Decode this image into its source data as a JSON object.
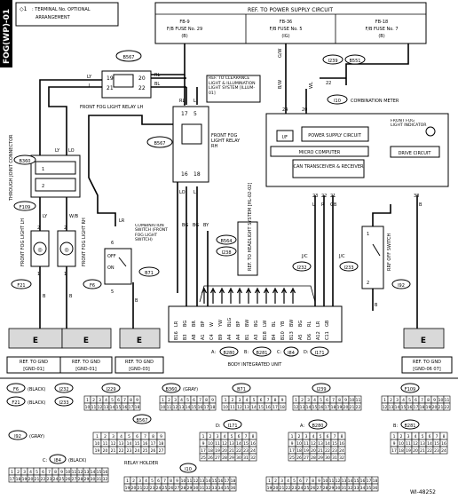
{
  "diagram_id": "FOG(WP)-01",
  "figure_code": "WI-48252",
  "legend": {
    "marker": "◇1",
    "text_line1": ": TERMINAL No. OPTIONAL",
    "text_line2": "ARRANGEMENT"
  },
  "power_supply": {
    "title": "REF. TO POWER SUPPLY CIRCUIT",
    "fuses": [
      {
        "line1": "FB-9",
        "line2": "F/B FUSE No. 29",
        "line3": "(B)"
      },
      {
        "line1": "FB-36",
        "line2": "F/B FUSE No. 5",
        "line3": "(IG)"
      },
      {
        "line1": "FB-18",
        "line2": "F/B FUSE No. 7",
        "line3": "(B)"
      }
    ]
  },
  "relay_lh": {
    "connector": "B567",
    "label": "FRONT FOG LIGHT RELAY LH",
    "pins_left": [
      "19",
      "21"
    ],
    "pins_right": [
      "20",
      "22"
    ],
    "wire_left": [
      "LY",
      "L"
    ],
    "wire_right": [
      "RL",
      "BL"
    ]
  },
  "relay_rh": {
    "connector": "B567",
    "label": "FRONT FOG LIGHT RELAY RH",
    "pins_top": [
      "17",
      "5"
    ],
    "pins_bottom": [
      "16",
      "18"
    ],
    "wire_top": [
      "RL",
      "L"
    ],
    "wire_bottom": [
      "LO",
      "L"
    ]
  },
  "clearance_ref": "REF. TO CLEARANCE LIGHT & ILLUMINATION LIGHT SYSTEM [ILLUM-01]",
  "through_joint": {
    "connectors": [
      "B360",
      "F109"
    ],
    "label": "THROUGH JOINT CONNECTOR",
    "wires": [
      "LY",
      "LO"
    ],
    "pins": [
      "1",
      "2"
    ]
  },
  "fog_lh": {
    "connector": "F21",
    "label": "FRONT FOG LIGHT LH",
    "wires": [
      "LY",
      "B"
    ],
    "pins": [
      "2",
      "1"
    ]
  },
  "fog_rh": {
    "connector": "F6",
    "label": "FRONT FOG LIGHT RH",
    "wires": [
      "W/B",
      "B"
    ],
    "pins": [
      "2",
      "1"
    ]
  },
  "combination_switch": {
    "connector": "B71",
    "label": "COMBINATION SWITCH (FRONT FOG LIGHT SWITCH)",
    "positions": [
      "OFF",
      "ON"
    ],
    "wires": [
      "LR",
      "B"
    ],
    "pins": [
      "6",
      "5"
    ]
  },
  "meter": {
    "connector": "I10",
    "label": "COMBINATION METER",
    "connectors_top": [
      "I239",
      "B551"
    ],
    "wires_top": [
      "G/W",
      "B/W",
      "WL"
    ],
    "pins_top": [
      "24",
      "20",
      "22"
    ],
    "psc": "POWER SUPPLY CIRCUIT",
    "if": "I/F",
    "micro": "MICRO COMPUTER",
    "can": "CAN TRANSCEIVER & RECEIVER",
    "indicator": "FRONT FOG LIGHT INDICATOR",
    "drive": "DRIVE CIRCUIT",
    "pins_bottom": [
      "23",
      "22",
      "21",
      "38"
    ],
    "wires_bottom": [
      "L",
      "R",
      "GB",
      "B"
    ]
  },
  "headlight_ref": "REF. TO HEADLIGHT SYSTEM [HL-02-02]",
  "wire_labels_mid": [
    "BG",
    "BG",
    "BY"
  ],
  "mid_connectors": [
    "B564",
    "I238"
  ],
  "jc": {
    "labels": [
      "J/C",
      "J/C"
    ],
    "connectors": [
      "I232",
      "I233"
    ]
  },
  "rrf_switch": {
    "connector": "I92",
    "label": "RRF OFF SWITCH",
    "wire": "B",
    "pins": [
      "1",
      "2"
    ]
  },
  "bcm": {
    "label": "BODY INTEGRATED UNIT",
    "groups": [
      {
        "key": "A:",
        "id": "B280"
      },
      {
        "key": "B:",
        "id": "B281"
      },
      {
        "key": "C:",
        "id": "I84"
      },
      {
        "key": "D:",
        "id": "I171"
      }
    ],
    "pin_wires": [
      "LR",
      "BG",
      "BR",
      "BP",
      "W",
      "YW",
      "BLG",
      "BP",
      "BW",
      "BG",
      "LW",
      "BL",
      "YB",
      "BW",
      "BG",
      "RL",
      "LR",
      "GB"
    ],
    "pin_numbers": [
      "B16",
      "B3",
      "A8",
      "A1",
      "C4",
      "B9",
      "A4",
      "A4",
      "B1",
      "A3",
      "B18",
      "B4",
      "B10",
      "B13",
      "A5",
      "D6",
      "A12",
      "C11"
    ]
  },
  "gnd_refs": [
    {
      "line1": "REF. TO GND",
      "line2": "[GND-01]"
    },
    {
      "line1": "REF. TO GND",
      "line2": "[GND-01]"
    },
    {
      "line1": "REF. TO GND",
      "line2": "[GND-03]"
    },
    {
      "line1": "REF. TO GND",
      "line2": "[GND-06 07]"
    }
  ],
  "ground_symbol": "E",
  "connector_refs": [
    {
      "id": "F6",
      "note": "(BLACK)"
    },
    {
      "id": "F21",
      "note": "(BLACK)"
    },
    {
      "id": "I232",
      "note": ""
    },
    {
      "id": "I233",
      "note": ""
    },
    {
      "id": "I92",
      "note": "(GRAY)"
    },
    {
      "id": "I84",
      "note": "(BLACK)"
    },
    {
      "id": "I229",
      "note": ""
    },
    {
      "id": "B360",
      "note": "(GRAY)"
    },
    {
      "id": "B71",
      "note": ""
    },
    {
      "id": "I239",
      "note": ""
    },
    {
      "id": "F109",
      "note": ""
    },
    {
      "id": "B567",
      "note": ""
    },
    {
      "id": "I171",
      "note": ""
    },
    {
      "id": "B280",
      "note": ""
    },
    {
      "id": "B281",
      "note": ""
    },
    {
      "id": "I10",
      "note": ""
    }
  ],
  "connector_keys": {
    "d": "D:",
    "a": "A:",
    "b": "B:",
    "c": "C:"
  },
  "relay_holder": "RELAY HOLDER"
}
